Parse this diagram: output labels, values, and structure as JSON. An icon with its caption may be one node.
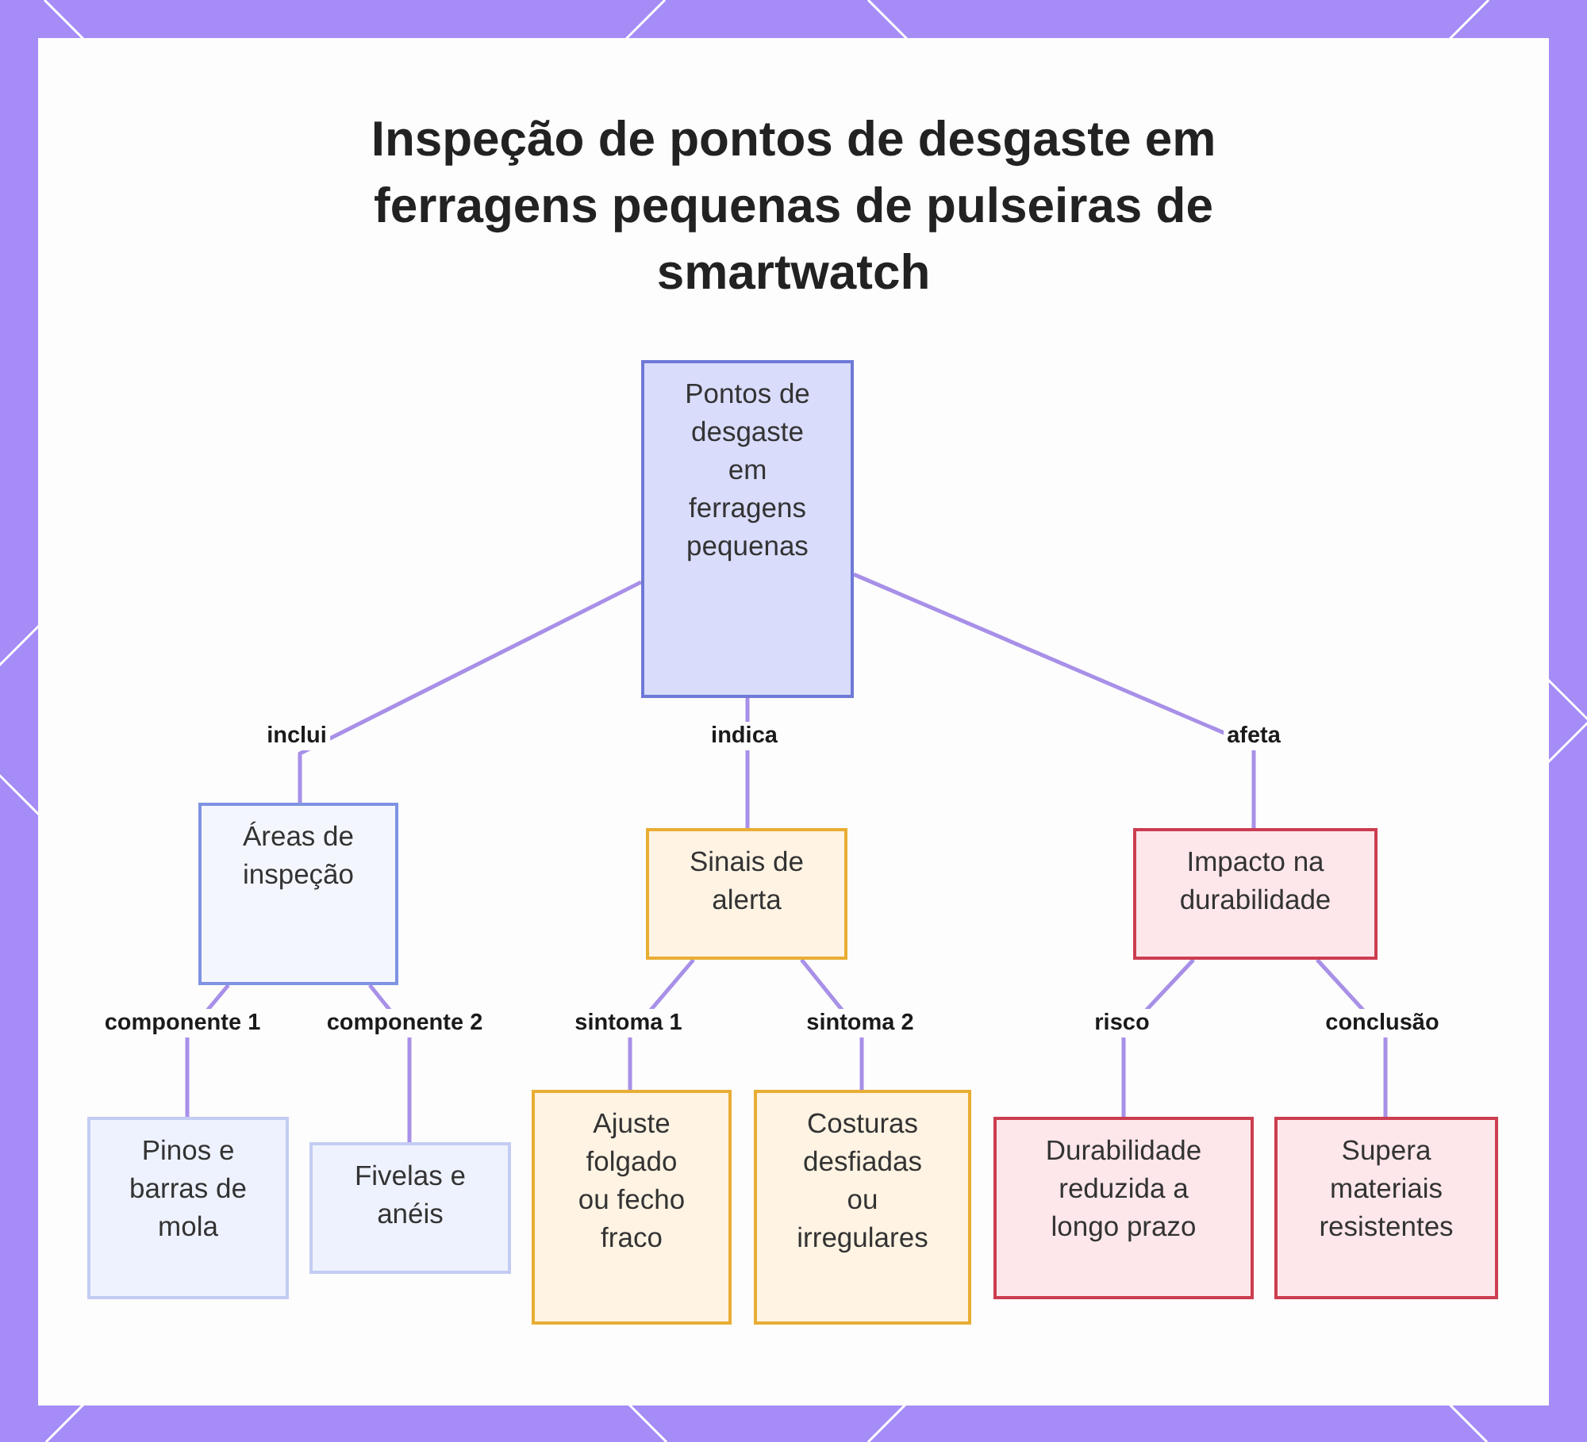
{
  "diagram": {
    "title": "Inspeção de pontos de desgaste em ferragens pequenas de pulseiras de smartwatch",
    "nodes": [
      {
        "text": [
          "Pontos de desgaste em ferragens pequenas"
        ]
      },
      {
        "text": [
          "Áreas de inspeção"
        ]
      },
      {
        "text": [
          "Sinais de alerta"
        ]
      },
      {
        "text": [
          "Impacto na durabilidade"
        ]
      },
      {
        "text": [
          "Pinos e barras de mola"
        ]
      },
      {
        "text": [
          "Fivelas e anéis"
        ]
      },
      {
        "text": [
          "Ajuste folgado ou fecho fraco"
        ]
      },
      {
        "text": [
          "Costuras desfiadas ou irregulares"
        ]
      },
      {
        "text": [
          "Durabilidade reduzida a longo prazo"
        ]
      },
      {
        "text": [
          "Supera materiais resistentes"
        ]
      }
    ],
    "edges": [
      {
        "from": 0,
        "to": 1,
        "arrow": "none",
        "label": "inclui"
      },
      {
        "from": 0,
        "to": 2,
        "arrow": "none",
        "label": "indica"
      },
      {
        "from": 0,
        "to": 3,
        "arrow": "none",
        "label": "afeta"
      },
      {
        "from": 1,
        "to": 4,
        "arrow": "none",
        "label": "componente 1"
      },
      {
        "from": 1,
        "to": 5,
        "arrow": "none",
        "label": "componente 2"
      },
      {
        "from": 2,
        "to": 6,
        "arrow": "none",
        "label": "sintoma 1"
      },
      {
        "from": 2,
        "to": 7,
        "arrow": "none",
        "label": "sintoma 2"
      },
      {
        "from": 3,
        "to": 8,
        "arrow": "none",
        "label": "risco"
      },
      {
        "from": 3,
        "to": 9,
        "arrow": "none",
        "label": "conclusão"
      }
    ]
  }
}
